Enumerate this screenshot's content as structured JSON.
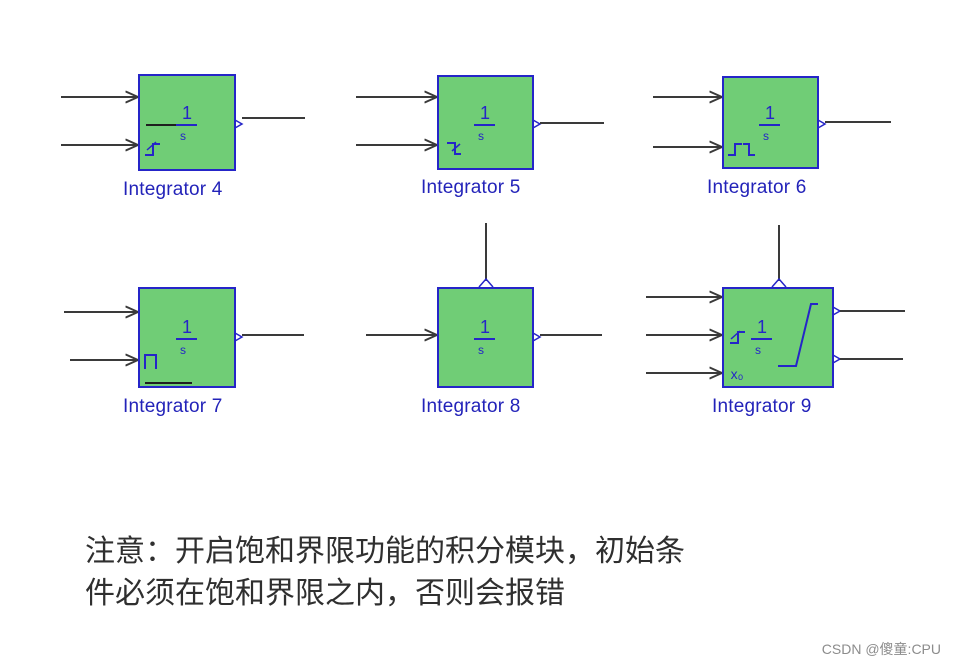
{
  "diagram": {
    "blocks": [
      {
        "id": "integrator-4",
        "label": "Integrator 4",
        "fraction_num": "1",
        "fraction_den": "s"
      },
      {
        "id": "integrator-5",
        "label": "Integrator 5",
        "fraction_num": "1",
        "fraction_den": "s"
      },
      {
        "id": "integrator-6",
        "label": "Integrator 6",
        "fraction_num": "1",
        "fraction_den": "s"
      },
      {
        "id": "integrator-7",
        "label": "Integrator 7",
        "fraction_num": "1",
        "fraction_den": "s"
      },
      {
        "id": "integrator-8",
        "label": "Integrator 8",
        "fraction_num": "1",
        "fraction_den": "s"
      },
      {
        "id": "integrator-9",
        "label": "Integrator 9",
        "fraction_num": "1",
        "fraction_den": "s",
        "initial_condition": "x₀"
      }
    ],
    "colors": {
      "block_fill": "#70cd76",
      "block_border": "#2525c8",
      "line": "#3a3a3a",
      "label": "#2323b9"
    }
  },
  "note": {
    "line1": "注意：开启饱和界限功能的积分模块，初始条",
    "line2": "件必须在饱和界限之内，否则会报错"
  },
  "watermark": "CSDN @傻童:CPU"
}
